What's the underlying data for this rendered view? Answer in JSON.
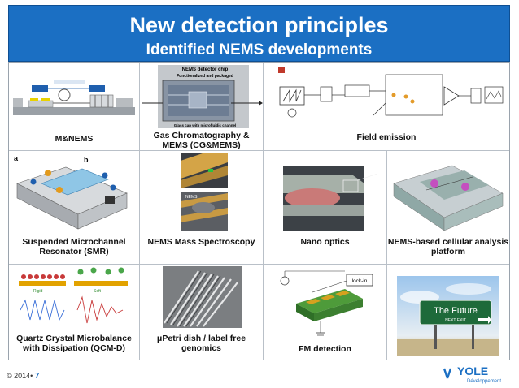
{
  "header": {
    "title": "New detection principles",
    "subtitle": "Identified NEMS developments"
  },
  "cells": [
    {
      "caption": "M&NEMS"
    },
    {
      "caption": "Gas Chromatography & MEMS (CG&MEMS)",
      "inset_title": "NEMS detector chip",
      "inset_sub": "Functionalized and packaged",
      "inset_bottom": "Glass cap with microfluidic channel"
    },
    {
      "caption": "Field emission"
    },
    {
      "caption": "Suspended Microchannel Resonator (SMR)",
      "label_a": "a",
      "label_b": "b"
    },
    {
      "caption": "NEMS Mass Spectroscopy",
      "inset_label": "NEMS"
    },
    {
      "caption": "Nano optics"
    },
    {
      "caption": "NEMS-based cellular analysis platform"
    },
    {
      "caption": "Quartz Crystal Microbalance with Dissipation (QCM-D)",
      "label_rigid": "Rigid",
      "label_soft": "Soft"
    },
    {
      "caption": "μPetri dish / label free genomics"
    },
    {
      "caption": "FM detection",
      "lockin": "lock-in"
    },
    {
      "caption": "",
      "sign_text": "The Future",
      "sign_sub": "NEXT EXIT"
    }
  ],
  "footer": {
    "copyright": "© 2014•",
    "page": "7"
  },
  "logo": {
    "brand": "YOLE",
    "tagline": "Développement"
  },
  "colors": {
    "banner": "#1b6fc3",
    "accent": "#1b6fc3"
  }
}
